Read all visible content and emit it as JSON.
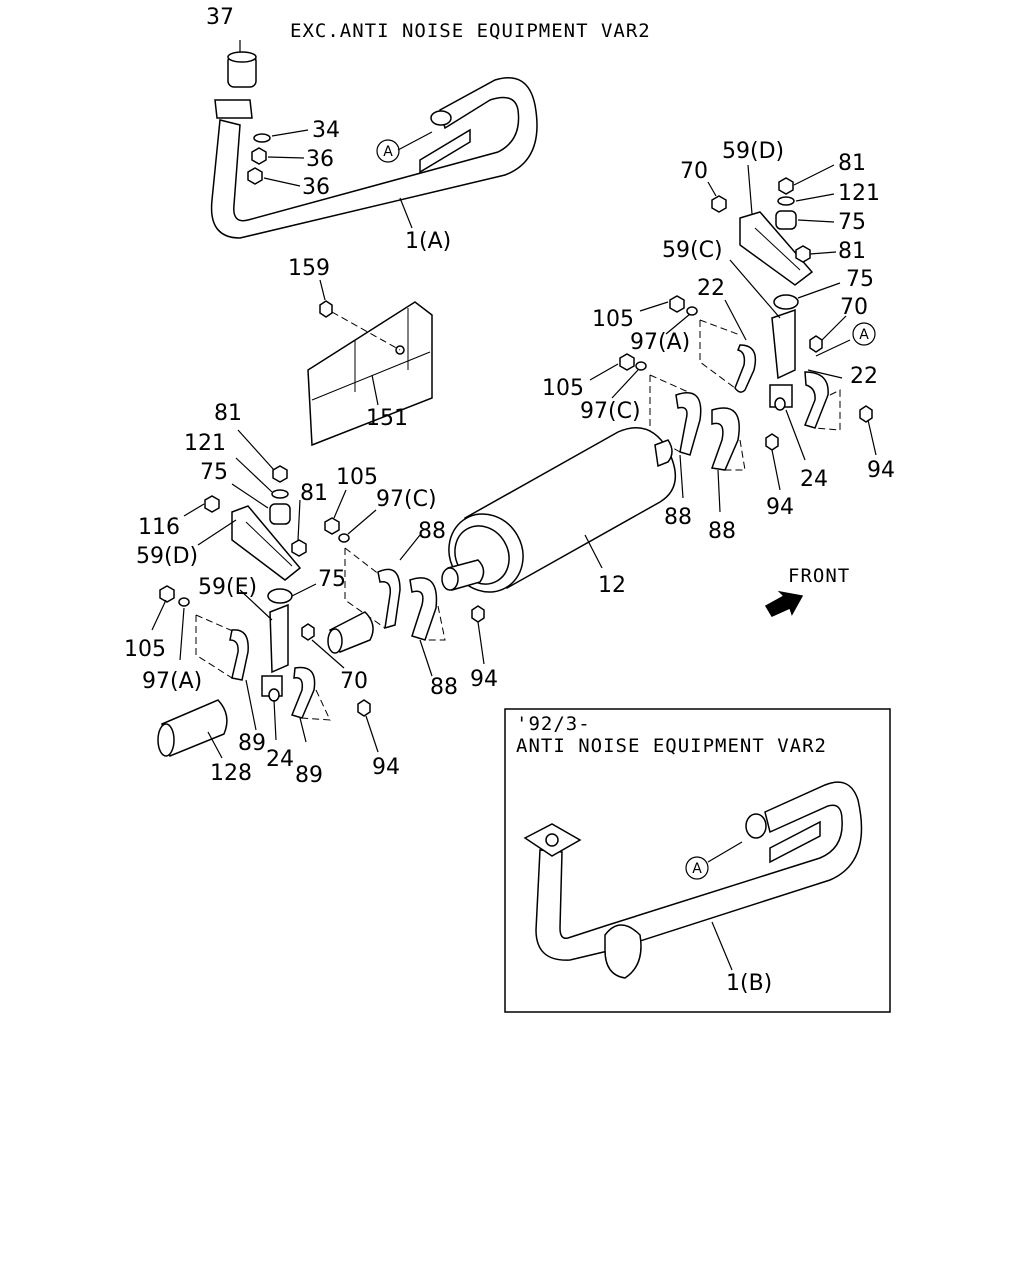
{
  "header": {
    "top_variant": "EXC.ANTI NOISE EQUIPMENT VAR2",
    "inset_date": "'92/3-",
    "inset_variant": "ANTI NOISE EQUIPMENT VAR2"
  },
  "front_label": "FRONT",
  "ref_marks": {
    "a": "A"
  },
  "callouts": {
    "p37": "37",
    "p34": "34",
    "p36a": "36",
    "p36b": "36",
    "p1a": "1(A)",
    "p159": "159",
    "p151": "151",
    "p70r": "70",
    "p59d_r": "59(D)",
    "p81r1": "81",
    "p121r": "121",
    "p75r1": "75",
    "p81r2": "81",
    "p59c": "59(C)",
    "p75r2": "75",
    "p70r2": "70",
    "p22a": "22",
    "p22b": "22",
    "p105a": "105",
    "p97a_r": "97(A)",
    "p105b": "105",
    "p97c_r": "97(C)",
    "p88a": "88",
    "p88b": "88",
    "p94a": "94",
    "p24r": "24",
    "p94b": "94",
    "p12": "12",
    "p81l1": "81",
    "p121l": "121",
    "p75l1": "75",
    "p81l2": "81",
    "p116": "116",
    "p59d_l": "59(D)",
    "p105c": "105",
    "p97c_l": "97(C)",
    "p88c": "88",
    "p75l2": "75",
    "p59e": "59(E)",
    "p105d": "105",
    "p97a_l": "97(A)",
    "p70l": "70",
    "p88d": "88",
    "p94c": "94",
    "p89a": "89",
    "p24l": "24",
    "p89b": "89",
    "p94d": "94",
    "p128": "128",
    "p1b": "1(B)"
  }
}
